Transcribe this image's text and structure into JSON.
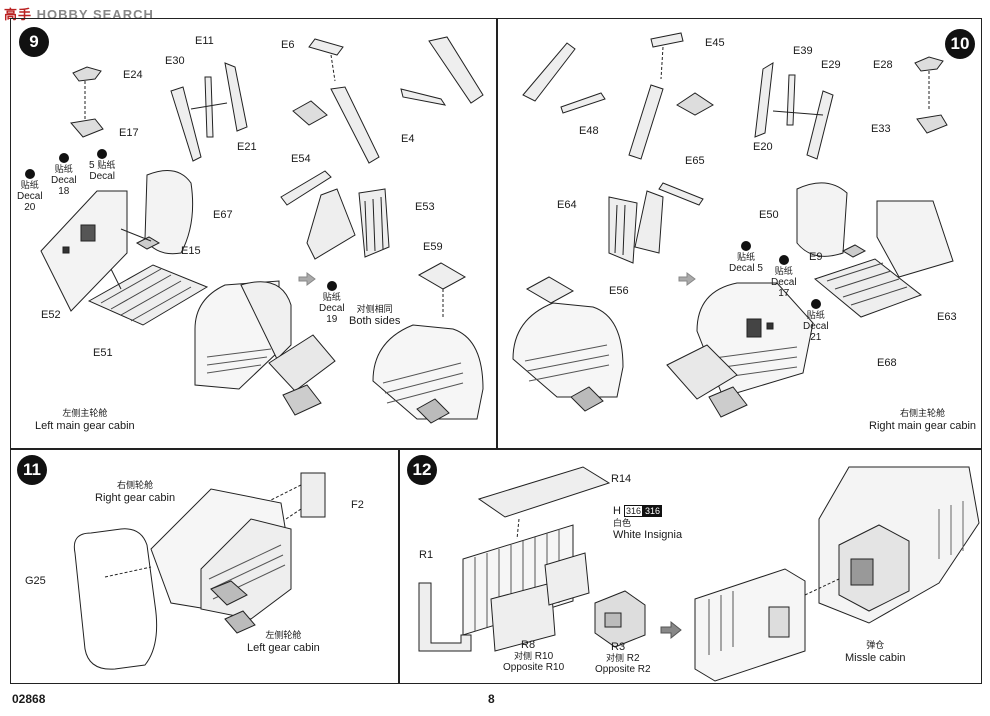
{
  "watermark": {
    "cn": "高手",
    "domain": "HOBBY SEARCH"
  },
  "step9": {
    "number": "9",
    "labels": [
      "E24",
      "E17",
      "E30",
      "E11",
      "E21",
      "E6",
      "E4",
      "E54",
      "E53",
      "E67",
      "E15",
      "E52",
      "E51",
      "E59"
    ],
    "decals": [
      {
        "cn": "贴纸",
        "en": "Decal",
        "num": "20"
      },
      {
        "cn": "贴纸",
        "en": "Decal",
        "num": "18"
      },
      {
        "cn": "贴纸",
        "en": "Decal",
        "num": "5"
      },
      {
        "cn": "贴纸",
        "en": "Decal",
        "num": "19",
        "note_cn": "对侧相同",
        "note_en": "Both sides"
      }
    ],
    "caption_cn": "左侧主轮舱",
    "caption_en": "Left main gear cabin"
  },
  "step10": {
    "number": "10",
    "labels": [
      "E45",
      "E48",
      "E39",
      "E29",
      "E20",
      "E28",
      "E33",
      "E65",
      "E64",
      "E50",
      "E9",
      "E56",
      "E63",
      "E68"
    ],
    "decals": [
      {
        "cn": "贴纸",
        "en": "Decal",
        "num": "5"
      },
      {
        "cn": "贴纸",
        "en": "Decal",
        "num": "17"
      },
      {
        "cn": "贴纸",
        "en": "Decal",
        "num": "21"
      }
    ],
    "caption_cn": "右侧主轮舱",
    "caption_en": "Right main gear cabin"
  },
  "step11": {
    "number": "11",
    "labels": [
      "F2",
      "G25"
    ],
    "right_cn": "右侧轮舱",
    "right_en": "Right gear cabin",
    "left_cn": "左侧轮舱",
    "left_en": "Left gear cabin"
  },
  "step12": {
    "number": "12",
    "labels": [
      "R14",
      "R1",
      "R8",
      "R3"
    ],
    "paint_code": "H",
    "paint_num1": "316",
    "paint_num2": "316",
    "paint_cn": "白色",
    "paint_en": "White Insignia",
    "r8_cn": "对侧",
    "r8_opp": "R10",
    "r8_en": "Opposite R10",
    "r3_cn": "对侧",
    "r3_opp": "R2",
    "r3_en": "Opposite R2",
    "caption_cn": "弹仓",
    "caption_en": "Missle cabin"
  },
  "footer": {
    "code": "02868",
    "page": "8"
  }
}
